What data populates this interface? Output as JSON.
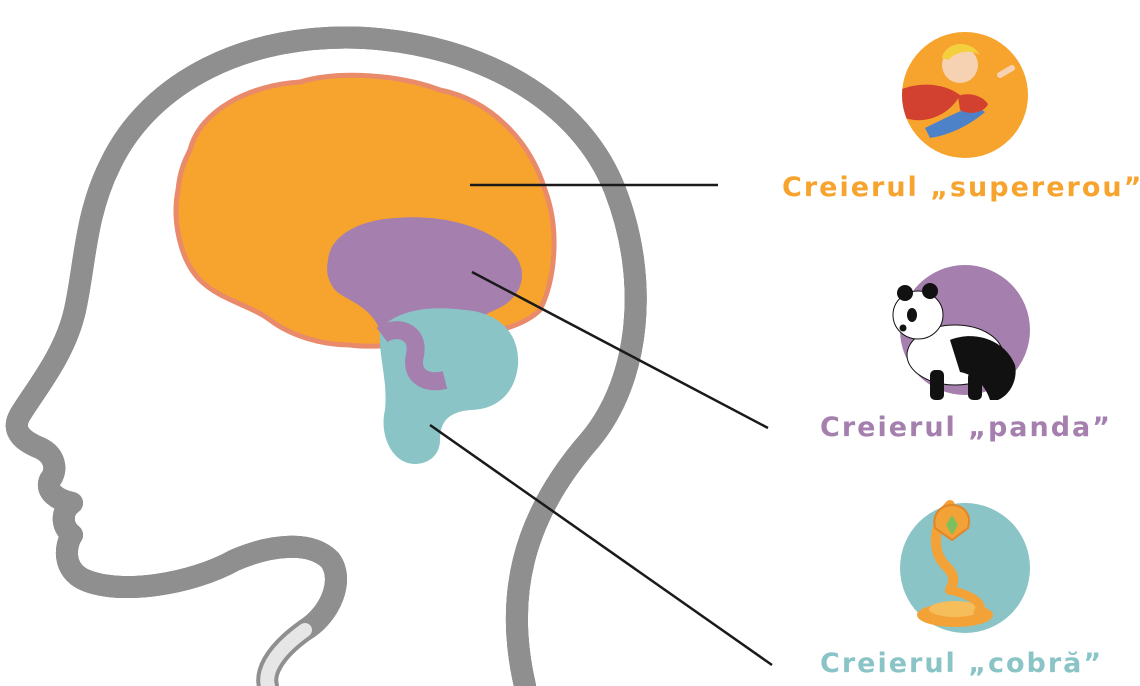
{
  "labels": {
    "superhero": "Creierul „supererou”",
    "panda": "Creierul „panda”",
    "cobra": "Creierul „cobră”"
  },
  "colors": {
    "superhero": "#F7A42E",
    "panda": "#A57FAD",
    "cobra": "#8AC4C7",
    "cortex_outline": "#E98A6B",
    "head_outline": "#C9C9C9",
    "pointer_line": "#1a1a1a"
  },
  "icons": {
    "superhero": "superhero-child-icon",
    "panda": "panda-icon",
    "cobra": "cobra-icon"
  }
}
